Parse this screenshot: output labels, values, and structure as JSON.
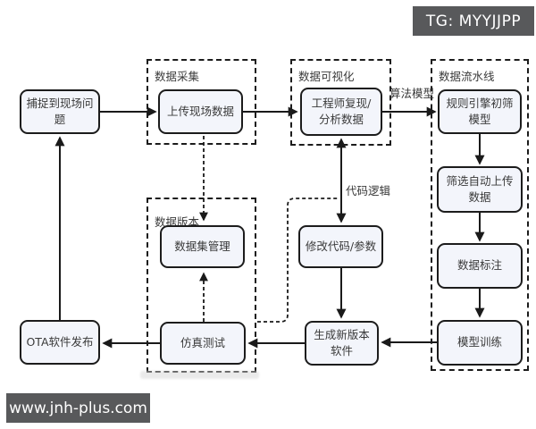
{
  "badge": {
    "text": "TG: MYYJJPP"
  },
  "footer": {
    "url": "www.jnh-plus.com"
  },
  "colors": {
    "badge_bg": "#58595b",
    "node_fill": "#f3f5fb",
    "node_border": "#1c1c1c",
    "text": "#3a3a3a"
  },
  "diagram": {
    "groups": {
      "data_collection": {
        "label": "数据采集"
      },
      "data_visualization": {
        "label": "数据可视化"
      },
      "data_pipeline": {
        "label": "数据流水线"
      },
      "data_version": {
        "label": "数据版本"
      }
    },
    "nodes": {
      "capture_issue": {
        "label": "捕捉到现场问题"
      },
      "upload_data": {
        "label": "上传现场数据"
      },
      "engineer_analyze": {
        "label": "工程师复现/分析数据"
      },
      "rule_engine": {
        "label": "规则引擎初筛模型"
      },
      "filter_upload": {
        "label": "筛选自动上传数据"
      },
      "data_annotation": {
        "label": "数据标注"
      },
      "model_training": {
        "label": "模型训练"
      },
      "dataset_management": {
        "label": "数据集管理"
      },
      "modify_code": {
        "label": "修改代码/参数"
      },
      "simulation_test": {
        "label": "仿真测试"
      },
      "new_version": {
        "label": "生成新版本软件"
      },
      "ota_release": {
        "label": "OTA软件发布"
      }
    },
    "edge_labels": {
      "algorithm_model": "算法模型",
      "code_logic": "代码逻辑"
    }
  }
}
